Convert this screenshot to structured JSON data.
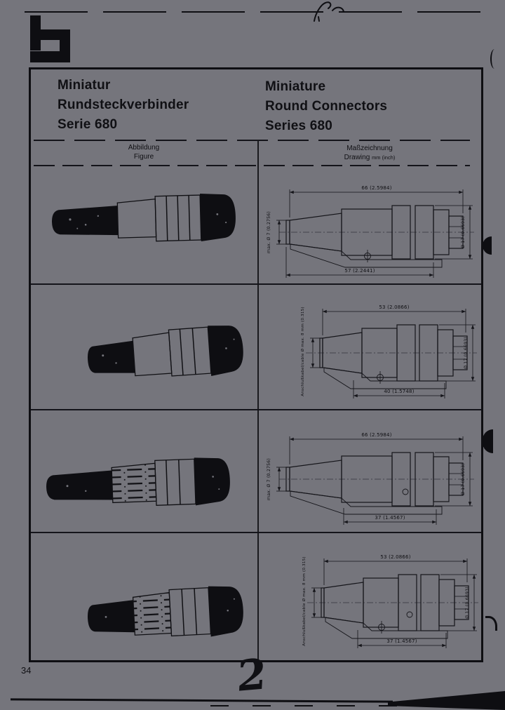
{
  "document": {
    "page_number": "34",
    "handwritten_note": "2",
    "header": {
      "title_de_line1": "Miniatur",
      "title_de_line2": "Rundsteckverbinder",
      "title_de_line3": "Serie 680",
      "title_en_line1": "Miniature",
      "title_en_line2": "Round Connectors",
      "title_en_line3": "Series 680",
      "figure_col_de": "Abbildung",
      "figure_col_en": "Figure",
      "drawing_col_de": "Maßzeichnung",
      "drawing_col_en": "Drawing",
      "drawing_col_units": "mm (inch)"
    },
    "rows": [
      {
        "drawing": {
          "top_dim": "66 (2.5984)",
          "bottom_dim": "57 (2.2441)",
          "left_label": "max. Ø 7 (0.2756)",
          "right_label": "Ø 17 (0.6693)"
        }
      },
      {
        "drawing": {
          "top_dim": "53 (2.0866)",
          "bottom_dim": "40 (1.5748)",
          "left_label": "Anschlußkabel/cable Ø max. 8 mm (0.315)",
          "right_label": "Ø 17 (0.6693)"
        }
      },
      {
        "drawing": {
          "top_dim": "66 (2.5984)",
          "bottom_dim": "37 (1.4567)",
          "left_label": "max. Ø 7 (0.2756)",
          "right_label": "Ø 17 (0.6693)"
        }
      },
      {
        "drawing": {
          "top_dim": "53 (2.0866)",
          "bottom_dim": "37 (1.4567)",
          "left_label": "Anschlußkabel/cable Ø max. 8 mm (0.315)",
          "right_label": "Ø 17 (0.6693)"
        }
      }
    ]
  }
}
